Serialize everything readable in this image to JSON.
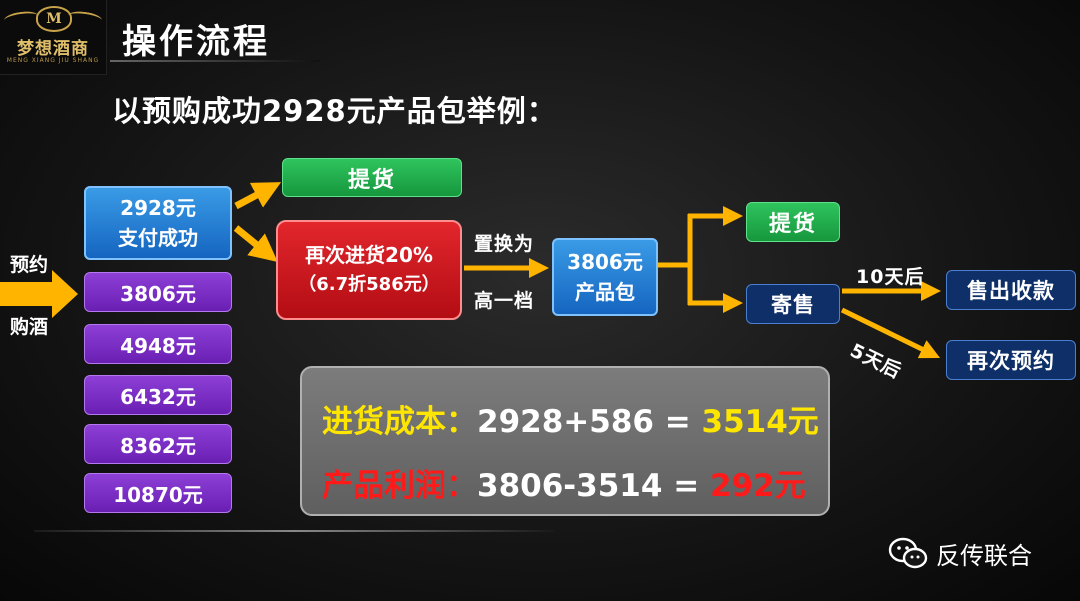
{
  "logo": {
    "brand_cn": "梦想酒商",
    "brand_en": "MENG XIANG JIU SHANG",
    "emblem_letter": "M"
  },
  "header": {
    "title": "操作流程",
    "subtitle": "以预购成功2928元产品包举例："
  },
  "left_labels": {
    "top": "预约",
    "bottom": "购酒"
  },
  "paid_box": {
    "line1": "2928元",
    "line2": "支付成功"
  },
  "tiers": [
    "3806元",
    "4948元",
    "6432元",
    "8362元",
    "10870元"
  ],
  "pickup_top": "提货",
  "restock": {
    "line1": "再次进货20%",
    "line2": "（6.7折586元）"
  },
  "swap_labels": {
    "top": "置换为",
    "bottom": "高一档"
  },
  "upgraded": {
    "line1": "3806元",
    "line2": "产品包"
  },
  "pickup_right": "提货",
  "consign": "寄售",
  "route_labels": {
    "ten_days": "10天后",
    "five_days": "5天后"
  },
  "outcomes": {
    "sell": "售出收款",
    "rebook": "再次预约"
  },
  "summary": {
    "cost_label": "进货成本：",
    "cost_formula": "2928+586 = ",
    "cost_result": "3514元",
    "profit_label": "产品利润：",
    "profit_formula": "3806-3514 = ",
    "profit_result": "292元"
  },
  "watermark": {
    "icon": "wechat-icon",
    "text": "反传联合"
  },
  "colors": {
    "arrow": "#ffb400",
    "yellow": "#ffe600",
    "red": "#ff1a1a",
    "blue_box": "#1565c0",
    "purple_box": "#6a1fb3"
  }
}
